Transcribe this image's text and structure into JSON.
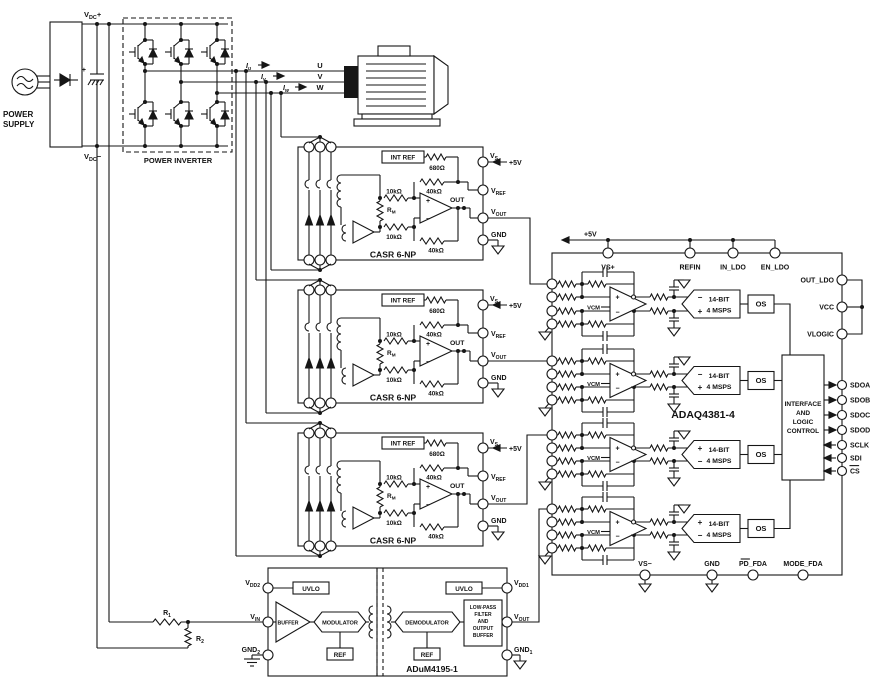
{
  "power_supply": {
    "label": [
      "POWER",
      "SUPPLY"
    ]
  },
  "dc_bus": {
    "vdc_plus": "V_{DC}+",
    "vdc_minus": "V_{DC}−",
    "cap_plus": "+"
  },
  "inverter": {
    "label": "POWER INVERTER"
  },
  "motor": {
    "phase_labels": [
      "U",
      "V",
      "W"
    ],
    "current_labels": [
      "I_{u}",
      "I_{v}",
      "I_{w}"
    ]
  },
  "casr": {
    "count": 3,
    "name": "CASR 6-NP",
    "int_ref": "INT REF",
    "r_ref": "680Ω",
    "r_in": "10kΩ",
    "r_fb": "40kΩ",
    "r_m": "R_{M}",
    "out": "OUT",
    "pin_vs": "V_{S}",
    "pin_vref": "V_{REF}",
    "pin_vout": "V_{OUT}",
    "pin_gnd": "GND",
    "supply": "+5V"
  },
  "adaq": {
    "name": "ADAQ4381-4",
    "supply": "+5V",
    "top_pins": [
      "VS+",
      "REFIN",
      "IN_LDO",
      "EN_LDO"
    ],
    "right_pins": [
      "OUT_LDO",
      "VCC",
      "VLOGIC"
    ],
    "spi_pins": [
      {
        "label": "SDOA",
        "dir": "out"
      },
      {
        "label": "SDOB",
        "dir": "out"
      },
      {
        "label": "SDOC",
        "dir": "out"
      },
      {
        "label": "SDOD",
        "dir": "out"
      },
      {
        "label": "SCLK",
        "dir": "in"
      },
      {
        "label": "SDI",
        "dir": "in"
      },
      {
        "label": "CS",
        "dir": "in",
        "overline": 2
      }
    ],
    "bottom_pins": [
      {
        "label": "VS−"
      },
      {
        "label": "GND"
      },
      {
        "label": "PD_FDA",
        "overline": 2
      },
      {
        "label": "MODE_FDA"
      }
    ],
    "channels": [
      {
        "adc_top": "−",
        "adc_bottom": "+"
      },
      {
        "adc_top": "−",
        "adc_bottom": "+"
      },
      {
        "adc_top": "+",
        "adc_bottom": "−"
      },
      {
        "adc_top": "+",
        "adc_bottom": "−"
      }
    ],
    "channel_labels": {
      "vcm": "VCM",
      "adc": [
        "14-BIT",
        "4 MSPS"
      ],
      "os": "OS",
      "amp_plus": "+",
      "amp_minus": "−"
    },
    "interface_label": [
      "INTERFACE",
      "AND",
      "LOGIC",
      "CONTROL"
    ]
  },
  "adum": {
    "name": "ADuM4195-1",
    "uvlo": "UVLO",
    "buffer": "BUFFER",
    "modulator": "MODULATOR",
    "demodulator": "DEMODULATOR",
    "ref": "REF",
    "lpf": [
      "LOW-PASS",
      "FILTER",
      "AND",
      "OUTPUT",
      "BUFFER"
    ],
    "pin_vdd2": "V_{DD2}",
    "pin_vin": "V_{IN}",
    "pin_gnd2": "GND_{2}",
    "pin_vdd1": "V_{DD1}",
    "pin_vout": "V_{OUT}",
    "pin_gnd1": "GND_{1}"
  },
  "divider": {
    "r1": "R_{1}",
    "r2": "R_{2}"
  }
}
